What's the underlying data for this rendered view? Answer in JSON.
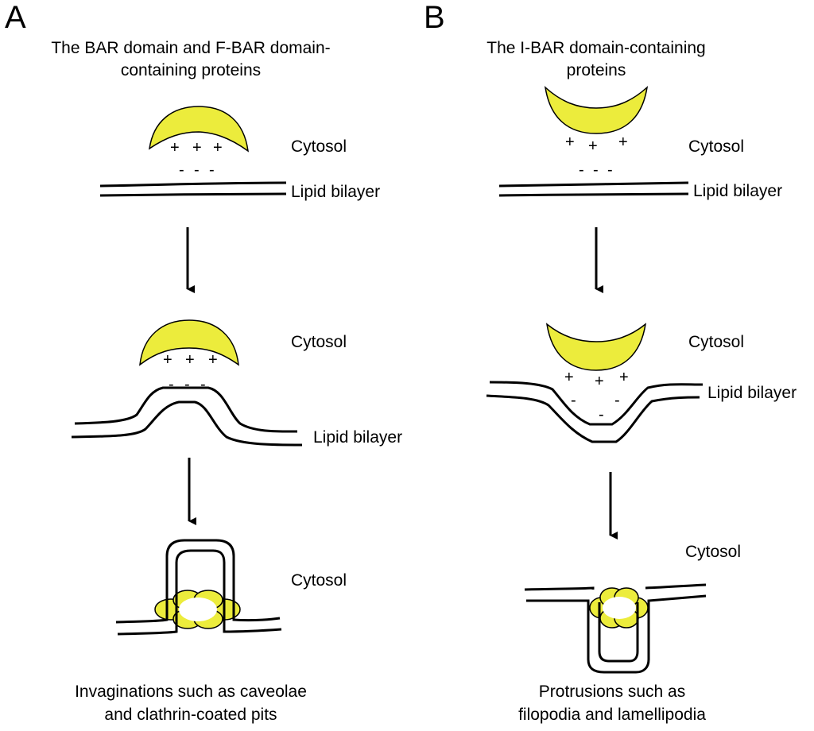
{
  "colors": {
    "protein": "#ecec3c",
    "stroke": "#000000",
    "background": "#ffffff"
  },
  "panel_a": {
    "letter": "A",
    "title_line1": "The BAR domain and F-BAR domain-",
    "title_line2": "containing  proteins",
    "step1": {
      "cytosol": "Cytosol",
      "bilayer": "Lipid bilayer",
      "positive": "+",
      "negative": "-"
    },
    "step2": {
      "cytosol": "Cytosol",
      "bilayer": "Lipid bilayer",
      "positive": "+",
      "negative": "-"
    },
    "step3": {
      "cytosol": "Cytosol"
    },
    "caption_line1": "Invaginations such as caveolae",
    "caption_line2": "and clathrin-coated pits"
  },
  "panel_b": {
    "letter": "B",
    "title_line1": "The I-BAR domain-containing",
    "title_line2": "proteins",
    "step1": {
      "cytosol": "Cytosol",
      "bilayer": "Lipid bilayer",
      "positive": "+",
      "negative": "-"
    },
    "step2": {
      "cytosol": "Cytosol",
      "bilayer": "Lipid bilayer",
      "positive": "+",
      "negative": "-"
    },
    "step3": {
      "cytosol": "Cytosol"
    },
    "caption_line1": "Protrusions such as",
    "caption_line2": "filopodia and lamellipodia"
  }
}
